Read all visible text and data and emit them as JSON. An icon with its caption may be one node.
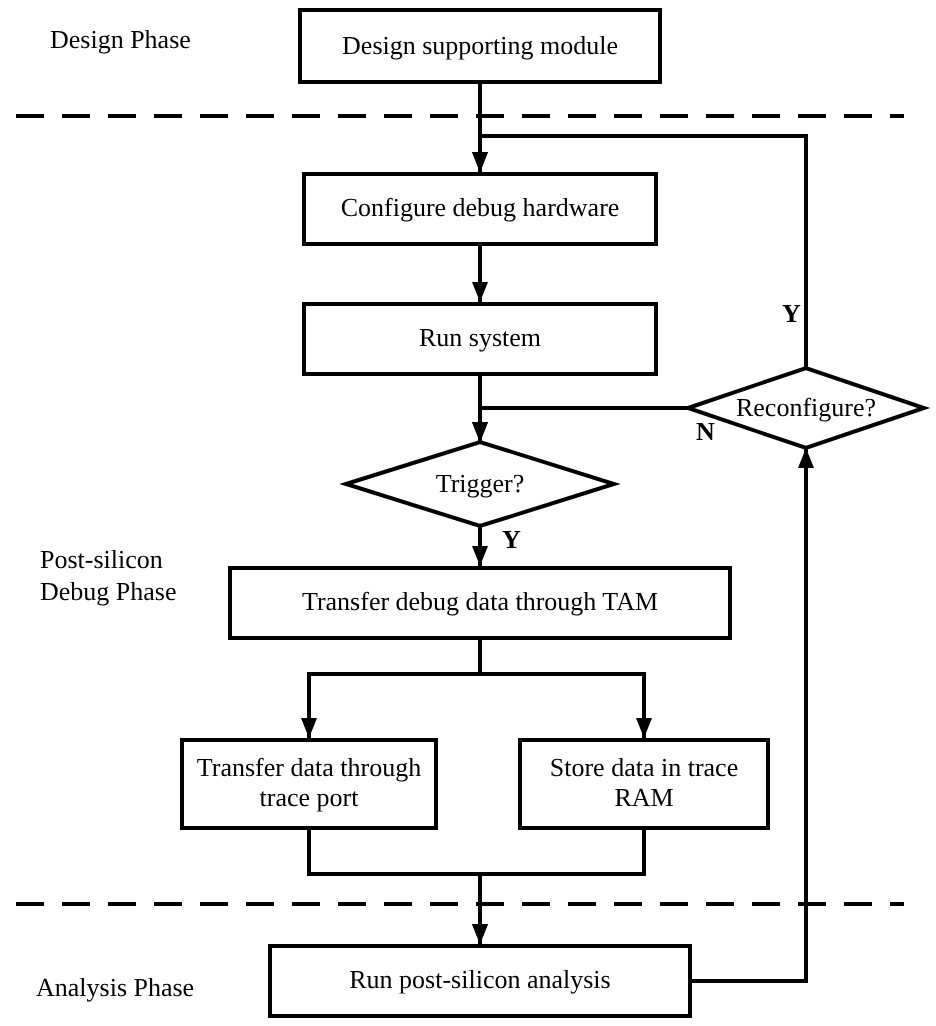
{
  "diagram": {
    "nodes": [
      {
        "text": [
          "Design supporting module"
        ]
      },
      {
        "text": [
          "Configure debug hardware"
        ]
      },
      {
        "text": [
          "Run system"
        ]
      },
      {
        "text": [
          "Reconfigure?"
        ]
      },
      {
        "text": [
          "Trigger?"
        ]
      },
      {
        "text": [
          "Transfer debug data through TAM"
        ]
      },
      {
        "text": [
          "Transfer data through trace port"
        ]
      },
      {
        "text": [
          "Store data in trace RAM"
        ]
      },
      {
        "text": [
          "Run post-silicon analysis"
        ]
      }
    ],
    "edges": [
      {
        "from": 0,
        "to": 1,
        "arrow": "to"
      },
      {
        "from": 1,
        "to": 2,
        "arrow": "to"
      },
      {
        "from": 2,
        "to": 4,
        "arrow": "to"
      },
      {
        "from": 4,
        "to": 5,
        "arrow": "to",
        "label": "Y"
      },
      {
        "from": 5,
        "to": 6,
        "arrow": "to"
      },
      {
        "from": 5,
        "to": 7,
        "arrow": "to"
      },
      {
        "from": 6,
        "to": 8,
        "arrow": "to"
      },
      {
        "from": 7,
        "to": 8,
        "arrow": "to"
      },
      {
        "from": 8,
        "to": 3,
        "arrow": "to"
      },
      {
        "from": 3,
        "to": 1,
        "arrow": "to",
        "label": "Y"
      },
      {
        "from": 3,
        "to": 4,
        "arrow": "to",
        "label": "N"
      }
    ],
    "labels": [
      "Design Phase",
      "Post-silicon Debug Phase",
      "Analysis Phase"
    ]
  }
}
